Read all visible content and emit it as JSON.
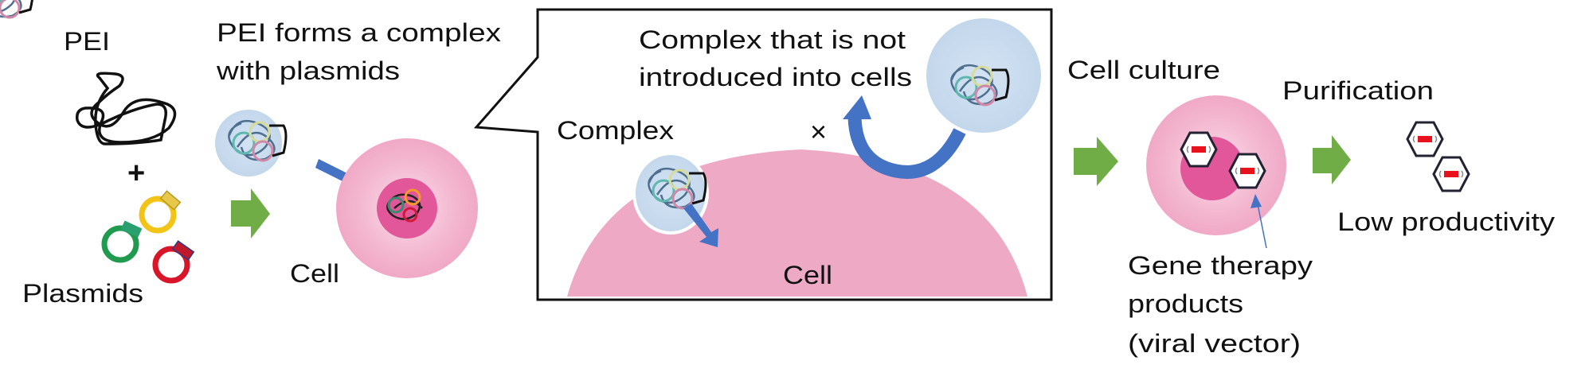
{
  "labels": {
    "pei": "PEI",
    "plus": "+",
    "plasmids": "Plasmids",
    "complex_forms_line1": "PEI forms a complex",
    "complex_forms_line2": "with plasmids",
    "cell_left": "Cell",
    "complex": "Complex",
    "not_introduced_line1": "Complex that is not",
    "not_introduced_line2": "introduced into cells",
    "cross": "×",
    "cell_inset": "Cell",
    "cell_culture": "Cell culture",
    "purification": "Purification",
    "low_productivity": "Low productivity",
    "gene_therapy_line1": "Gene therapy",
    "gene_therapy_line2": "products",
    "gene_therapy_line3": "(viral vector)"
  },
  "colors": {
    "flow_arrow": "#70ad47",
    "movement_arrow": "#4472c4",
    "cell_cytoplasm": "#f2b3cc",
    "cell_nucleus": "#e2579a",
    "inset_cell": "#eeaac5",
    "complex_halo": "#c9dcef",
    "plasmid_yellow": "#f2c418",
    "plasmid_green": "#1f9a4e",
    "plasmid_red": "#d9152a",
    "vector_cargo": "#e8121c"
  }
}
